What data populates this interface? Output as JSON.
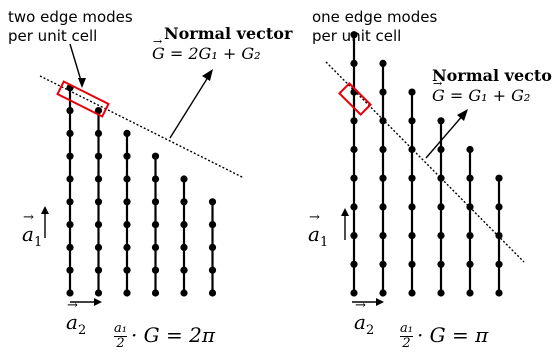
{
  "colors": {
    "ink": "#000000",
    "highlight_box": "#e8000b",
    "background": "#ffffff"
  },
  "left_panel": {
    "annotation_line1": "two edge modes",
    "annotation_line2": "per unit cell",
    "normal_title": "Normal vector",
    "normal_eq_lhs": "G",
    "normal_eq_rhs": " = 2G₁ + G₂",
    "a1_label": "a",
    "a1_sub": "1",
    "a2_label": "a",
    "a2_sub": "2",
    "cond_num": "a₁",
    "cond_den": "2",
    "cond_rest": "· G = 2π",
    "columns": [
      {
        "top_row": 0,
        "dots": 10
      },
      {
        "top_row": 1,
        "dots": 9
      },
      {
        "top_row": 2,
        "dots": 8
      },
      {
        "top_row": 3,
        "dots": 7
      },
      {
        "top_row": 4,
        "dots": 6
      },
      {
        "top_row": 5,
        "dots": 5
      }
    ]
  },
  "right_panel": {
    "annotation_line1": "one edge modes",
    "annotation_line2": "per unit cell",
    "normal_title": "Normal vector",
    "normal_eq_lhs": "G",
    "normal_eq_rhs": " = G₁ + G₂",
    "a1_label": "a",
    "a1_sub": "1",
    "a2_label": "a",
    "a2_sub": "2",
    "cond_num": "a₁",
    "cond_den": "2",
    "cond_rest": "· G = π",
    "columns": [
      {
        "top_row": 0,
        "dots": 10
      },
      {
        "top_row": 1,
        "dots": 9
      },
      {
        "top_row": 2,
        "dots": 8
      },
      {
        "top_row": 3,
        "dots": 7
      },
      {
        "top_row": 4,
        "dots": 6
      },
      {
        "top_row": 5,
        "dots": 5
      }
    ]
  }
}
